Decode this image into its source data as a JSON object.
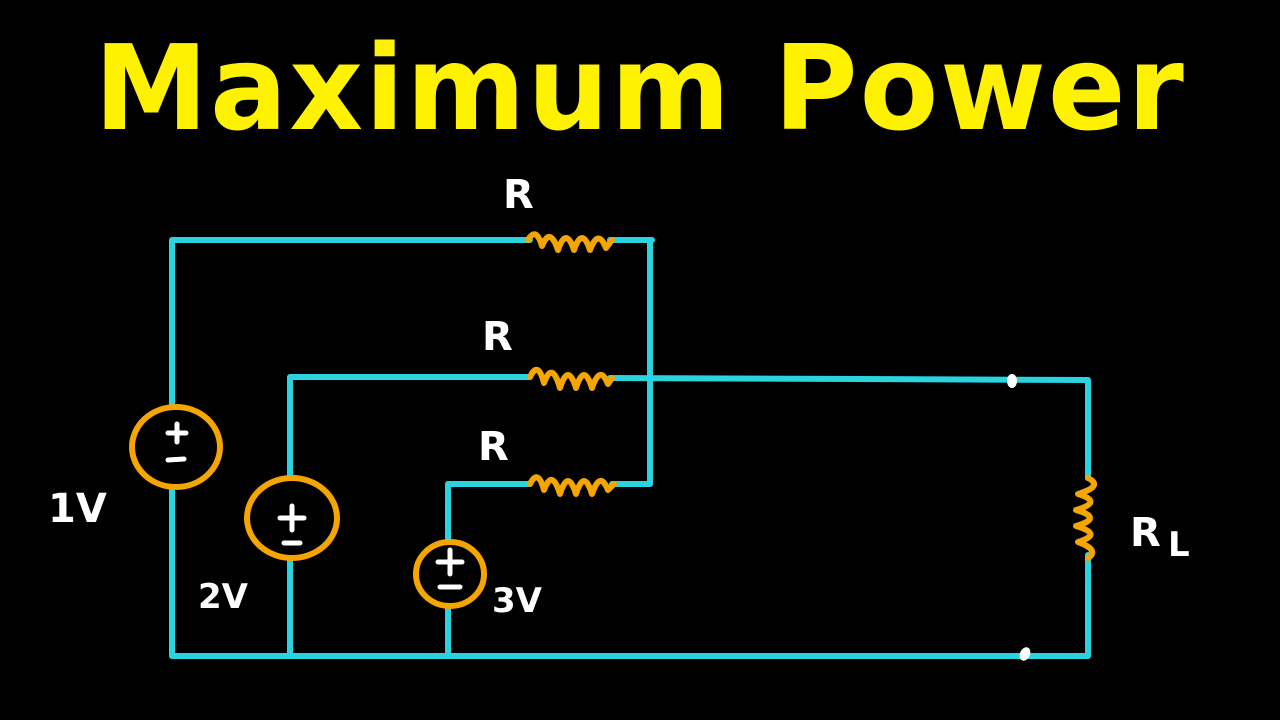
{
  "title": "Maximum Power",
  "colors": {
    "title": "#FFF200",
    "wire": "#29D3E0",
    "component": "#F5A500",
    "label": "#FFFFFF",
    "background": "#000000"
  },
  "circuit": {
    "resistors": [
      {
        "id": "R1",
        "label": "R",
        "branch": "top"
      },
      {
        "id": "R2",
        "label": "R",
        "branch": "middle"
      },
      {
        "id": "R3",
        "label": "R",
        "branch": "bottom"
      }
    ],
    "sources": [
      {
        "id": "V1",
        "label": "1V",
        "type": "voltage-source",
        "polarity": "+ top, - bottom"
      },
      {
        "id": "V2",
        "label": "2V",
        "type": "voltage-source",
        "polarity": "+ top, - bottom"
      },
      {
        "id": "V3",
        "label": "3V",
        "type": "voltage-source",
        "polarity": "+ top, - bottom"
      }
    ],
    "load": {
      "id": "RL",
      "label_main": "R",
      "label_sub": "L"
    },
    "terminals": [
      "terminal-a",
      "terminal-b"
    ],
    "sign_plus": "+",
    "sign_minus": "−"
  }
}
